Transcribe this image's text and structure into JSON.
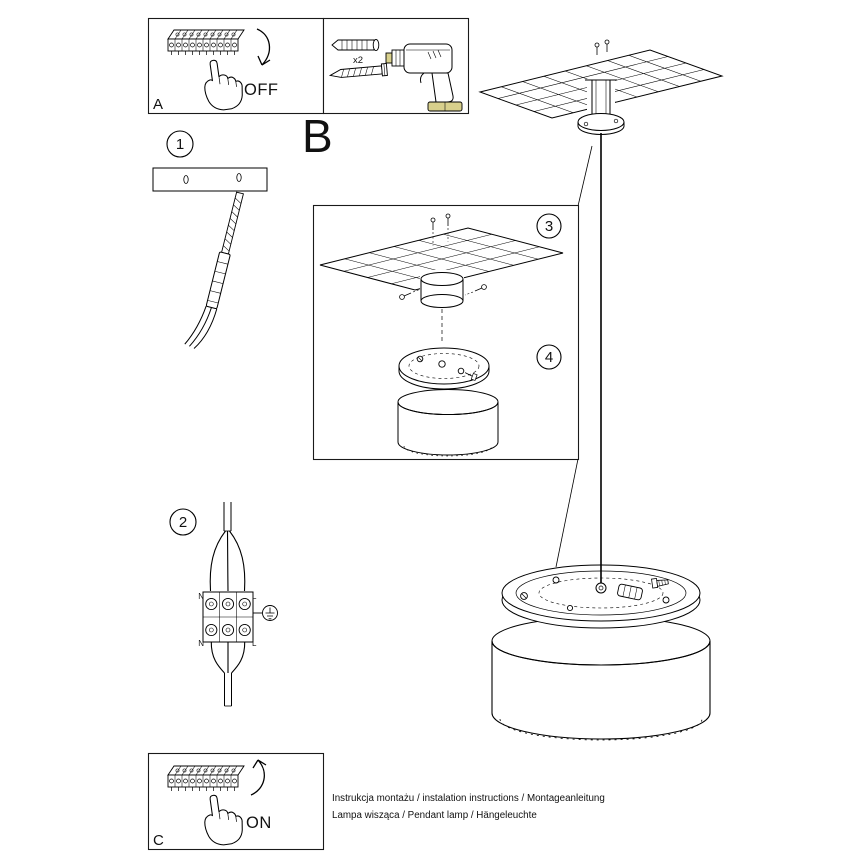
{
  "colors": {
    "ink": "#000000",
    "paper": "#ffffff",
    "tool_accent": "#d8d08c"
  },
  "sections": {
    "a": {
      "label": "A",
      "switch_state": "OFF"
    },
    "b": {
      "label": "B"
    },
    "c": {
      "label": "C",
      "switch_state": "ON"
    }
  },
  "accessories": {
    "dowel_qty": "x2"
  },
  "steps": {
    "s1": "1",
    "s2": "2",
    "s3": "3",
    "s4": "4"
  },
  "wiring": {
    "n_top": "N",
    "l_top": "L",
    "n_bottom": "N",
    "l_bottom": "L"
  },
  "footer": {
    "line1": "Instrukcja montażu / instalation instructions / Montageanleitung",
    "line2": "Lampa wisząca / Pendant lamp / Hängeleuchte"
  },
  "icons": {
    "panel_a": "terminal-strip-and-hand-icon",
    "accessories": [
      "wall-plug-icon",
      "screw-icon",
      "drill-icon"
    ],
    "step_1": "wall-anchor-icon",
    "step_2": "terminal-wiring-icon",
    "step_3": "ceiling-panel-canopy-icon",
    "step_4": "canopy-and-shade-icon",
    "main_illustration": "pendant-lamp-icon",
    "panel_c": "terminal-strip-and-hand-icon"
  }
}
